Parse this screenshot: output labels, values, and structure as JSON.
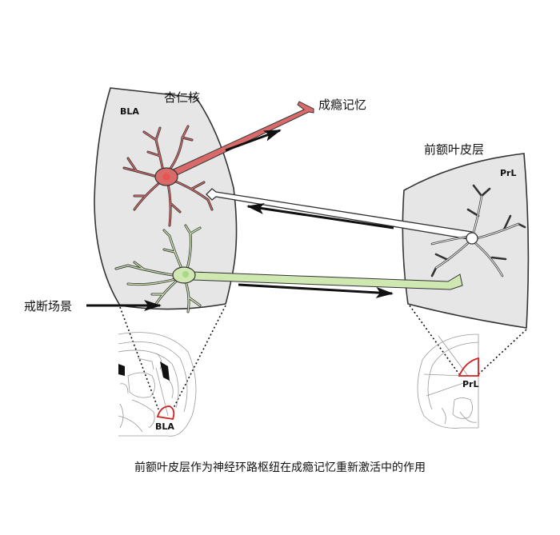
{
  "amygdala": {
    "label": "杏仁核",
    "region_tag": "BLA"
  },
  "prefrontal": {
    "label": "前额叶皮层",
    "region_tag": "PrL"
  },
  "addiction_memory": {
    "label": "成瘾记忆"
  },
  "abstinence_context": {
    "label": "戒断场景"
  },
  "slice_left": {
    "region_tag": "BLA"
  },
  "slice_right": {
    "region_tag": "PrL"
  },
  "caption": "前额叶皮层作为神经环路枢纽在成瘾记忆重新激活中的作用",
  "colors": {
    "red_neuron": "#d96a6a",
    "red_soma": "#e8534f",
    "green_neuron": "#cfe8b2",
    "white_neuron": "#ffffff",
    "panel_fill": "#e6e6e6",
    "stroke": "#333333",
    "highlight": "#d22222"
  }
}
